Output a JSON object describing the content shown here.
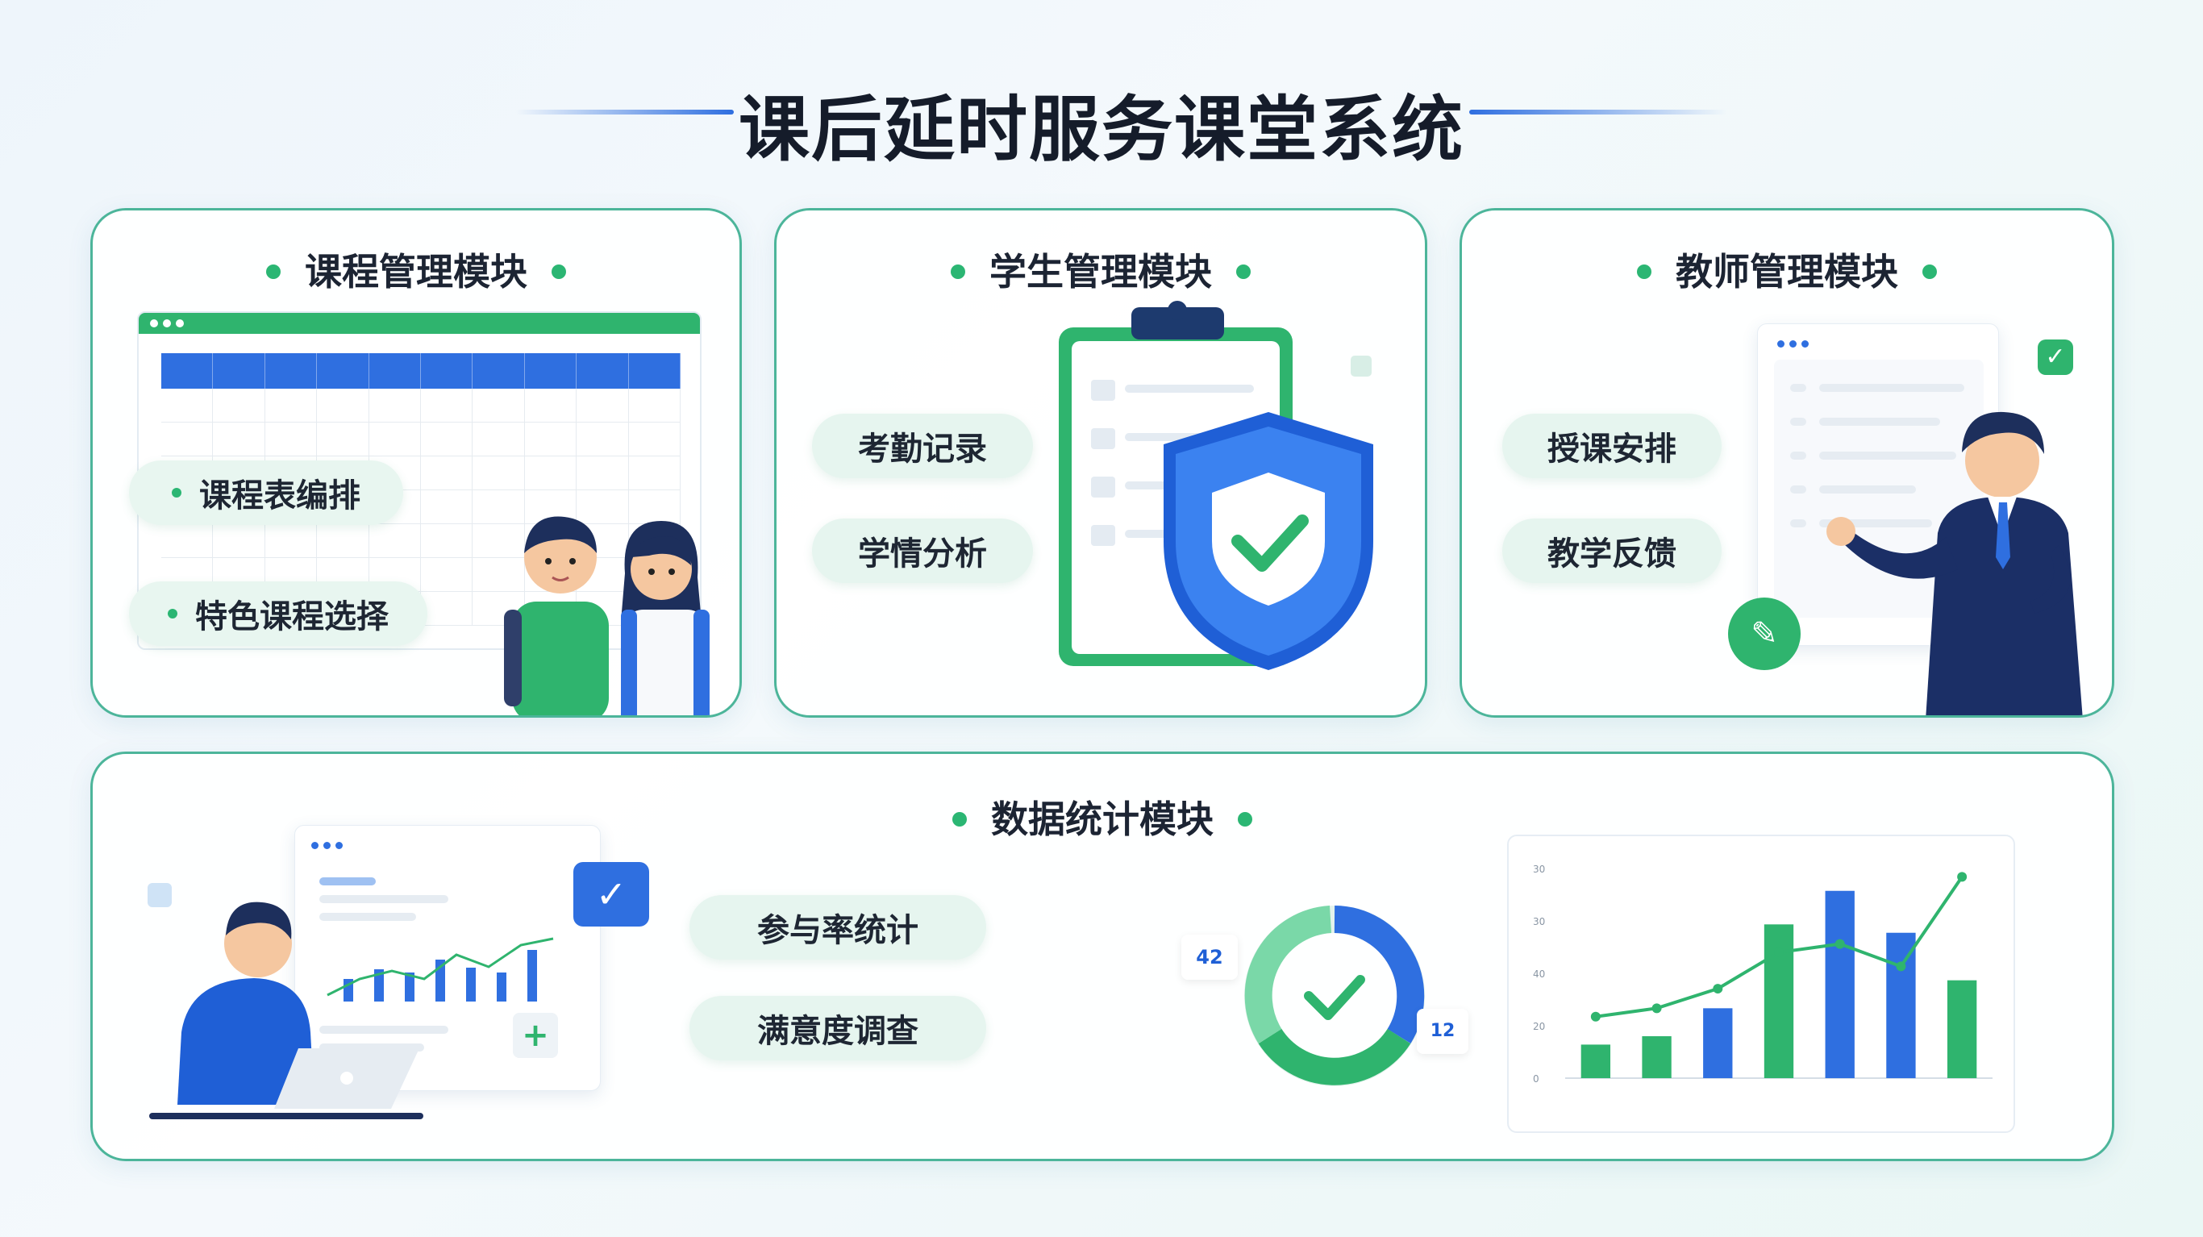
{
  "title": "课后延时服务课堂系统",
  "modules": {
    "course": {
      "title": "课程管理模块",
      "items": [
        "课程表编排",
        "特色课程选择"
      ]
    },
    "student": {
      "title": "学生管理模块",
      "items": [
        "考勤记录",
        "学情分析"
      ]
    },
    "teacher": {
      "title": "教师管理模块",
      "items": [
        "授课安排",
        "教学反馈"
      ]
    },
    "data": {
      "title": "数据统计模块",
      "items": [
        "参与率统计",
        "满意度调查"
      ]
    }
  },
  "donut": {
    "left_label": "42",
    "right_label": "12"
  },
  "colors": {
    "accent_green": "#2bb673",
    "accent_blue": "#2f6fe0",
    "border": "#4cb59a"
  },
  "chart_data": {
    "type": "bar",
    "series": [
      {
        "type": "bar",
        "values": [
          12,
          15,
          25,
          55,
          67,
          52,
          35
        ]
      },
      {
        "type": "line",
        "values": [
          22,
          25,
          32,
          45,
          48,
          40,
          72
        ]
      }
    ],
    "ylim": [
      0,
      75
    ],
    "yticks": [
      "0",
      "20",
      "40",
      "30",
      "30"
    ]
  }
}
